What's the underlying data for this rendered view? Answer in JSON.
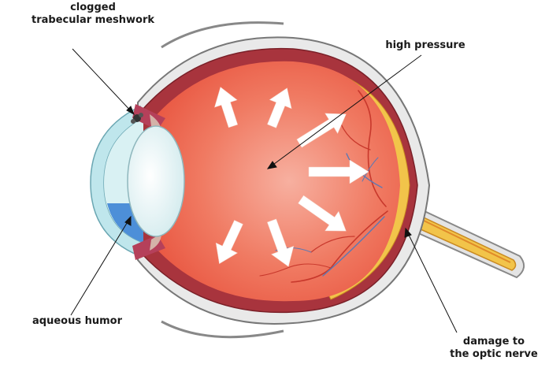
{
  "labels": {
    "clogged_line1": "clogged",
    "clogged_line2": "trabecular meshwork",
    "high_pressure": "high pressure",
    "aqueous_humor": "aqueous humor",
    "damage_line1": "damage to",
    "damage_line2": "the optic nerve"
  },
  "colors": {
    "vitreous": "#ec6049",
    "choroid": "#a8343d",
    "retina": "#f2c44a",
    "sclera": "#e9e9e9",
    "cornea": "#bfe6ec",
    "aqueous": "#4d8fd8",
    "vessel_red": "#c8382c",
    "vessel_blue": "#5d78b3",
    "lens": "#eef7f8",
    "arrow": "#ffffff"
  }
}
